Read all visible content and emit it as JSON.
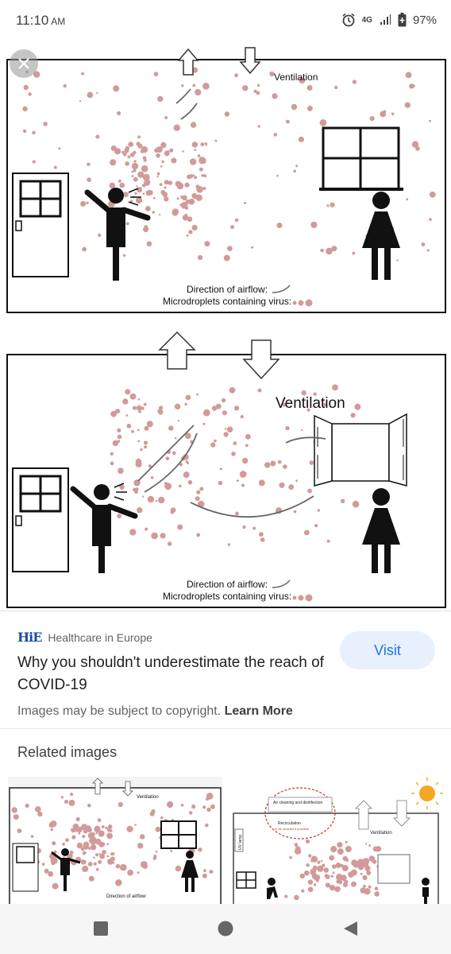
{
  "status": {
    "time": "11:10",
    "ampm": "AM",
    "network": "4G",
    "battery": "97%"
  },
  "figure_top": {
    "ventilation": "Ventilation",
    "legend_airflow": "Direction of airflow:",
    "legend_droplets": "Microdroplets containing virus:"
  },
  "figure_bottom": {
    "ventilation": "Ventilation",
    "legend_airflow": "Direction of airflow:",
    "legend_droplets": "Microdroplets containing virus:"
  },
  "result": {
    "source_logo": "HiE",
    "source_name": "Healthcare in Europe",
    "title": "Why you shouldn't underestimate the reach of COVID-19",
    "visit_label": "Visit",
    "copyright_text": "Images may be subject to copyright.",
    "learn_more": "Learn More"
  },
  "related": {
    "heading": "Related images",
    "thumb1": {
      "ventilation": "Ventilation",
      "legend_airflow": "Direction of airflow:"
    },
    "thumb2": {
      "air_cleaning": "Air cleaning and disinfection",
      "recirculation": "Recirculation",
      "recirc_note": "to be avoided if possible",
      "ventilation": "Ventilation",
      "uv_lamp": "UV lamp"
    }
  },
  "colors": {
    "droplet": "#d29a9a",
    "accent": "#1a73e8",
    "visit_bg": "#e8f0fe"
  },
  "icons": [
    "close-icon",
    "alarm-icon",
    "signal-icon",
    "battery-icon",
    "square-nav-icon",
    "circle-nav-icon",
    "back-nav-icon",
    "sun-icon"
  ]
}
